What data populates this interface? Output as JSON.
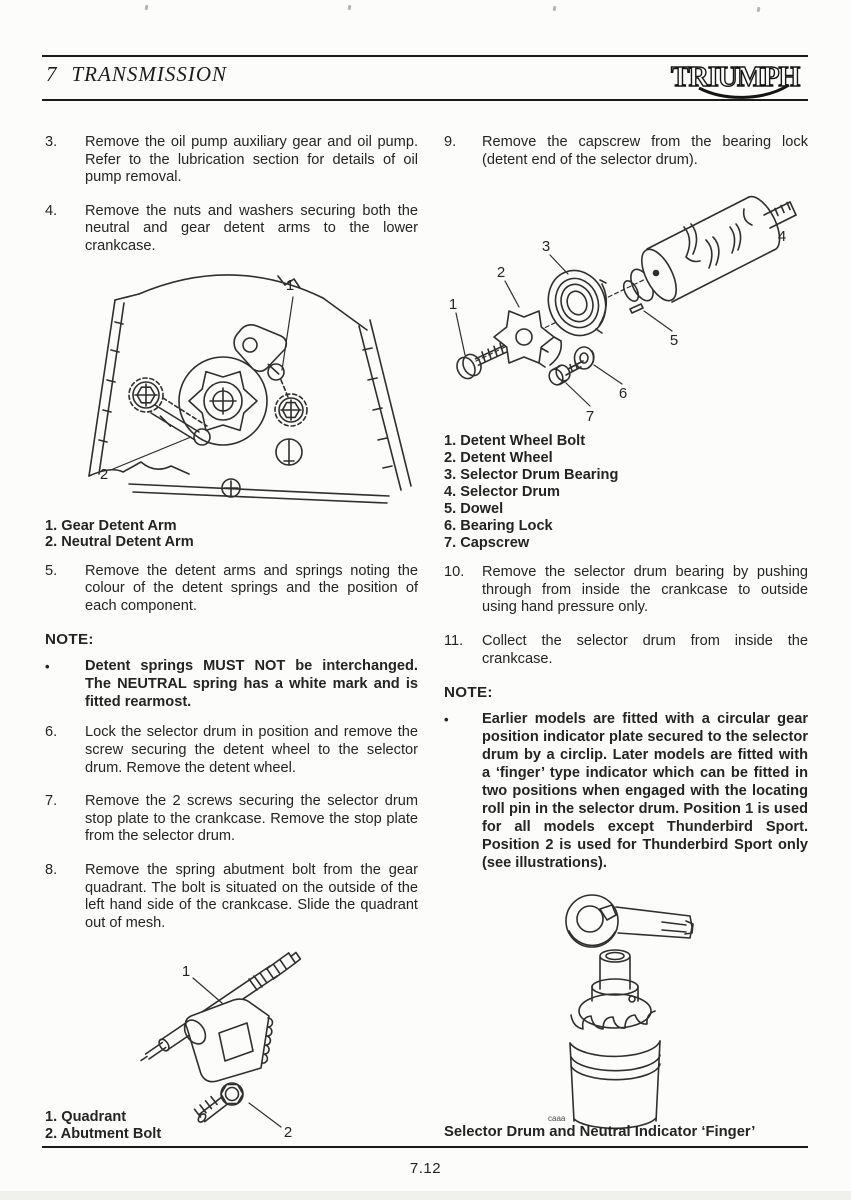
{
  "colors": {
    "paper": "#fcfcfb",
    "ink": "#242424",
    "figure_line": "#2f2f2f"
  },
  "header": {
    "section_number": "7",
    "section_title": "TRANSMISSION",
    "brand": "TRIUMPH"
  },
  "footer": {
    "page_number": "7.12"
  },
  "left": {
    "steps": [
      {
        "num": "3.",
        "text": "Remove the oil pump auxiliary gear and oil pump. Refer to the lubrication section for details of oil pump removal."
      },
      {
        "num": "4.",
        "text": "Remove the nuts and washers securing both the neutral and gear detent arms to the lower crankcase."
      },
      {
        "num": "5.",
        "text": "Remove the detent arms and springs noting the colour of the detent springs and the position of each component."
      },
      {
        "num": "6.",
        "text": "Lock the selector drum in position and remove the screw securing the detent wheel to the selector drum. Remove the detent wheel."
      },
      {
        "num": "7.",
        "text": "Remove the 2 screws securing the selector drum stop plate to the crankcase. Remove the stop plate from the selector drum."
      },
      {
        "num": "8.",
        "text": "Remove the spring abutment bolt from the gear quadrant. The bolt is situated on the outside of the left hand side of the crankcase. Slide the quadrant out of mesh."
      }
    ],
    "note": {
      "heading": "NOTE:",
      "bullet": "•",
      "text": "Detent springs MUST NOT be interchanged. The NEUTRAL spring has a white mark and is fitted rearmost."
    },
    "figure1": {
      "labels": [
        "1",
        "2"
      ],
      "caption": [
        "1. Gear Detent Arm",
        "2. Neutral Detent Arm"
      ]
    },
    "figure2": {
      "labels": [
        "1",
        "2"
      ],
      "caption": [
        "1. Quadrant",
        "2. Abutment Bolt"
      ]
    }
  },
  "right": {
    "steps": [
      {
        "num": "9.",
        "text": "Remove the capscrew from the bearing lock (detent end of the selector drum)."
      },
      {
        "num": "10.",
        "text": "Remove the selector drum bearing by pushing through from inside the crankcase to outside using hand pressure only."
      },
      {
        "num": "11.",
        "text": "Collect the selector drum from inside the crankcase."
      }
    ],
    "figure3": {
      "labels": [
        "1",
        "2",
        "3",
        "4",
        "5",
        "6",
        "7"
      ],
      "caption": [
        "1. Detent Wheel Bolt",
        "2. Detent Wheel",
        "3. Selector Drum Bearing",
        "4. Selector Drum",
        "5. Dowel",
        "6. Bearing Lock",
        "7. Capscrew"
      ]
    },
    "note": {
      "heading": "NOTE:",
      "bullet": "•",
      "text": "Earlier models are fitted with a circular gear position indicator plate secured to the selector drum by a circlip. Later models are fitted with a ‘finger’ type indicator which can be fitted in two positions when engaged with the locating roll pin in the selector drum. Position 1 is used for all models except Thunderbird Sport. Position 2 is used for Thunderbird Sport only (see illustrations)."
    },
    "figure4": {
      "code": "caaa",
      "caption": "Selector Drum and Neutral Indicator ‘Finger’"
    }
  }
}
